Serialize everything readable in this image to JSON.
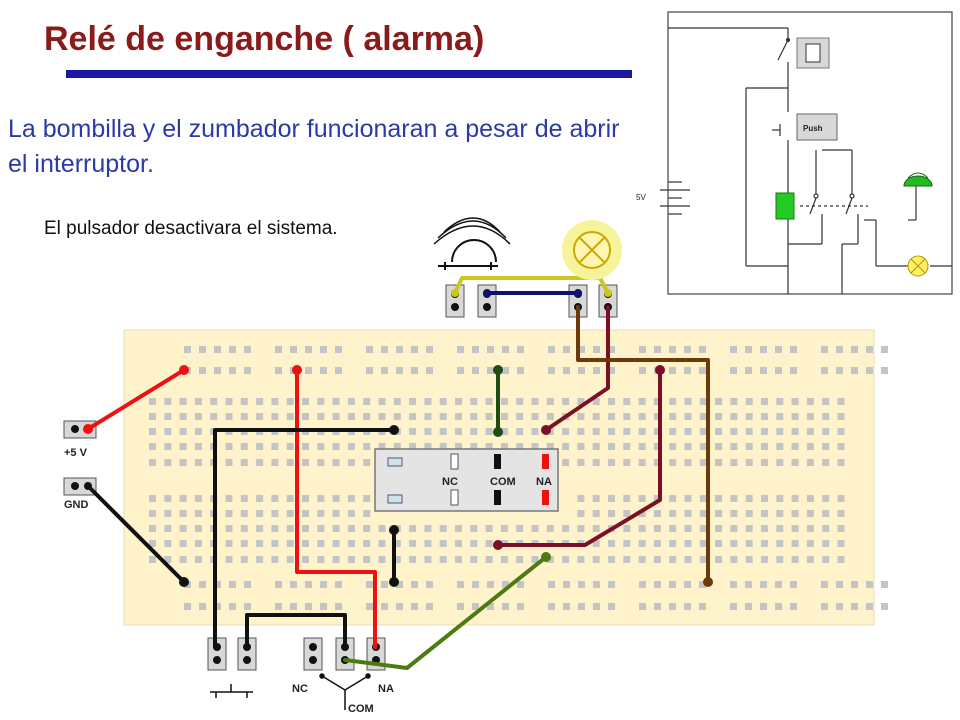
{
  "title": "Relé de enganche ( alarma)",
  "subtitle": "La bombilla y el zumbador funcionaran a pesar de abrir el interruptor.",
  "note": "El pulsador desactivara el sistema.",
  "power": {
    "vplus": "+5 V",
    "gnd": "GND"
  },
  "relay": {
    "nc": "NC",
    "com": "COM",
    "na": "NA"
  },
  "switch_labels": {
    "nc": "NC",
    "na": "NA",
    "com": "COM"
  },
  "schematic": {
    "battery": "5V",
    "push": "Push"
  },
  "wire_colors": {
    "red": "#ee1111",
    "black": "#111111",
    "navy": "#101070",
    "brown": "#6b3a0a",
    "maroon": "#7a1025",
    "darkgreen": "#1e4d12",
    "olive": "#4e7a12",
    "yellow": "#c8c820"
  },
  "icons": [
    "buzzer-icon",
    "lamp-icon",
    "relay-coil-icon",
    "push-button-icon",
    "switch-icon",
    "battery-icon"
  ]
}
